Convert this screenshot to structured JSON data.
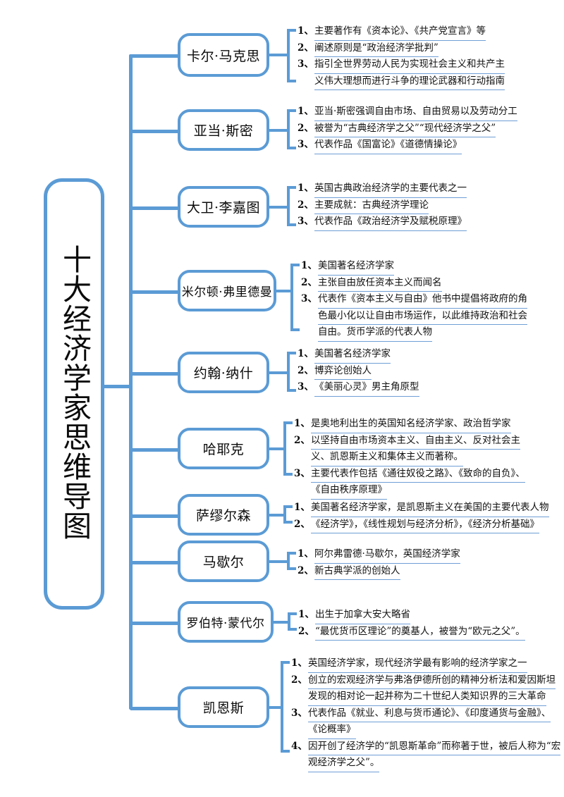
{
  "diagram": {
    "title": "十大经济学家思维导图",
    "accent_color": "#5b9bd5",
    "underline_color": "#6f9ed6",
    "background_color": "#ffffff",
    "text_color": "#0b0b0b",
    "type": "mind-map"
  },
  "root": {
    "label": "十大经济学家思维导图"
  },
  "branches": [
    {
      "name": "卡尔·马克思",
      "items": [
        {
          "num": "1、",
          "lines": [
            "主要著作有《资本论》、《共产党宣言》等"
          ]
        },
        {
          "num": "2、",
          "lines": [
            "阐述原则是“政治经济学批判”"
          ]
        },
        {
          "num": "3、",
          "lines": [
            "指引全世界劳动人民为实现社会主义和共产主",
            "义伟大理想而进行斗争的理论武器和行动指南"
          ]
        }
      ]
    },
    {
      "name": "亚当·斯密",
      "items": [
        {
          "num": "1、",
          "lines": [
            "亚当·斯密强调自由市场、自由贸易以及劳动分工"
          ]
        },
        {
          "num": "2、",
          "lines": [
            "被誉为“古典经济学之父”“现代经济学之父”"
          ]
        },
        {
          "num": "3、",
          "lines": [
            "代表作品《国富论》《道德情操论》"
          ]
        }
      ]
    },
    {
      "name": "大卫·李嘉图",
      "items": [
        {
          "num": "1、",
          "lines": [
            "英国古典政治经济学的主要代表之一"
          ]
        },
        {
          "num": "2、",
          "lines": [
            "主要成就：古典经济学理论"
          ]
        },
        {
          "num": "3、",
          "lines": [
            "代表作品《政治经济学及赋税原理》"
          ]
        }
      ]
    },
    {
      "name": "米尔顿·弗里德曼",
      "items": [
        {
          "num": "1、",
          "lines": [
            "美国著名经济学家"
          ]
        },
        {
          "num": "2、",
          "lines": [
            "主张自由放任资本主义而闻名"
          ]
        },
        {
          "num": "3、",
          "lines": [
            "代表作《资本主义与自由》他书中提倡将政府的角",
            "色最小化以让自由市场运作，以此维持政治和社会",
            "自由。货币学派的代表人物"
          ]
        }
      ]
    },
    {
      "name": "约翰·纳什",
      "items": [
        {
          "num": "1、",
          "lines": [
            "美国著名经济学家"
          ]
        },
        {
          "num": "2、",
          "lines": [
            "博弈论创始人"
          ]
        },
        {
          "num": "3、",
          "lines": [
            "《美丽心灵》男主角原型"
          ]
        }
      ]
    },
    {
      "name": "哈耶克",
      "items": [
        {
          "num": "1、",
          "lines": [
            "是奥地利出生的英国知名经济学家、政治哲学家"
          ]
        },
        {
          "num": "2、",
          "lines": [
            "以坚持自由市场资本主义、自由主义、反对社会主",
            "义、凯恩斯主义和集体主义而著称。"
          ]
        },
        {
          "num": "3、",
          "lines": [
            "主要代表作包括《通往奴役之路》、《致命的自负》、",
            "《自由秩序原理》"
          ]
        }
      ]
    },
    {
      "name": "萨缪尔森",
      "items": [
        {
          "num": "1、",
          "lines": [
            "美国著名经济学家，是凯恩斯主义在美国的主要代表人物"
          ]
        },
        {
          "num": "2、",
          "lines": [
            "《经济学》，《线性规划与经济分析》，《经济分析基础》"
          ]
        }
      ]
    },
    {
      "name": "马歇尔",
      "items": [
        {
          "num": "1、",
          "lines": [
            "阿尔弗雷德·马歇尔，英国经济学家"
          ]
        },
        {
          "num": "2、",
          "lines": [
            "新古典学派的创始人"
          ]
        }
      ]
    },
    {
      "name": "罗伯特·蒙代尔",
      "items": [
        {
          "num": "1、",
          "lines": [
            "出生于加拿大安大略省"
          ]
        },
        {
          "num": "2、",
          "lines": [
            "“最优货币区理论”的奠基人，被誉为“欧元之父”。"
          ]
        }
      ]
    },
    {
      "name": "凯恩斯",
      "items": [
        {
          "num": "1、",
          "lines": [
            "英国经济学家，现代经济学最有影响的经济学家之一"
          ]
        },
        {
          "num": "2、",
          "lines": [
            "创立的宏观经济学与弗洛伊德所创的精神分析法和爱因斯坦",
            "发现的相对论一起并称为二十世纪人类知识界的三大革命"
          ]
        },
        {
          "num": "3、",
          "lines": [
            "代表作品《就业、利息与货币通论》、《印度通货与金融》、",
            "《论概率》"
          ]
        },
        {
          "num": "4、",
          "lines": [
            "因开创了经济学的“凯恩斯革命”而称著于世，被后人称为“宏",
            "观经济学之父”。"
          ]
        }
      ]
    }
  ]
}
